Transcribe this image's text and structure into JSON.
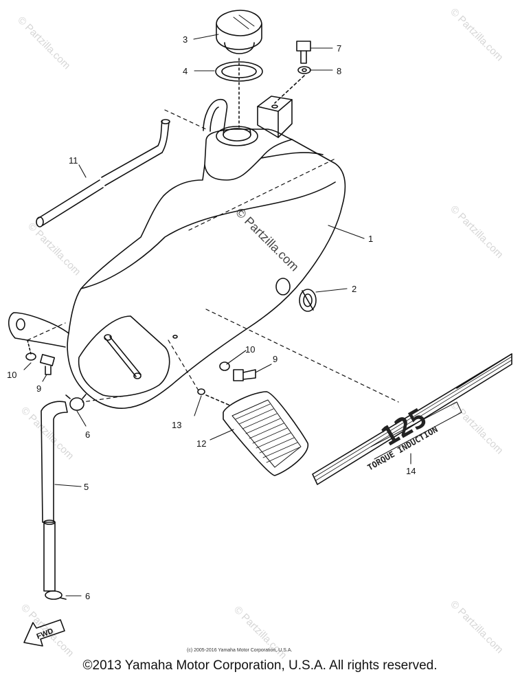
{
  "watermark": {
    "text": "© Partzilla.com"
  },
  "callouts": {
    "c1": "1",
    "c2": "2",
    "c3": "3",
    "c4": "4",
    "c5": "5",
    "c6a": "6",
    "c6b": "6",
    "c7": "7",
    "c8": "8",
    "c9a": "9",
    "c9b": "9",
    "c10a": "10",
    "c10b": "10",
    "c11": "11",
    "c12": "12",
    "c13": "13",
    "c14": "14"
  },
  "decal": {
    "number": "125",
    "text": "TORQUE INDUCTION"
  },
  "fwd_label": "FWD",
  "small_copyright": "(c) 2005-2016 Yamaha Motor Corporation, U.S.A.",
  "copyright": "©2013 Yamaha Motor Corporation, U.S.A. All rights reserved."
}
